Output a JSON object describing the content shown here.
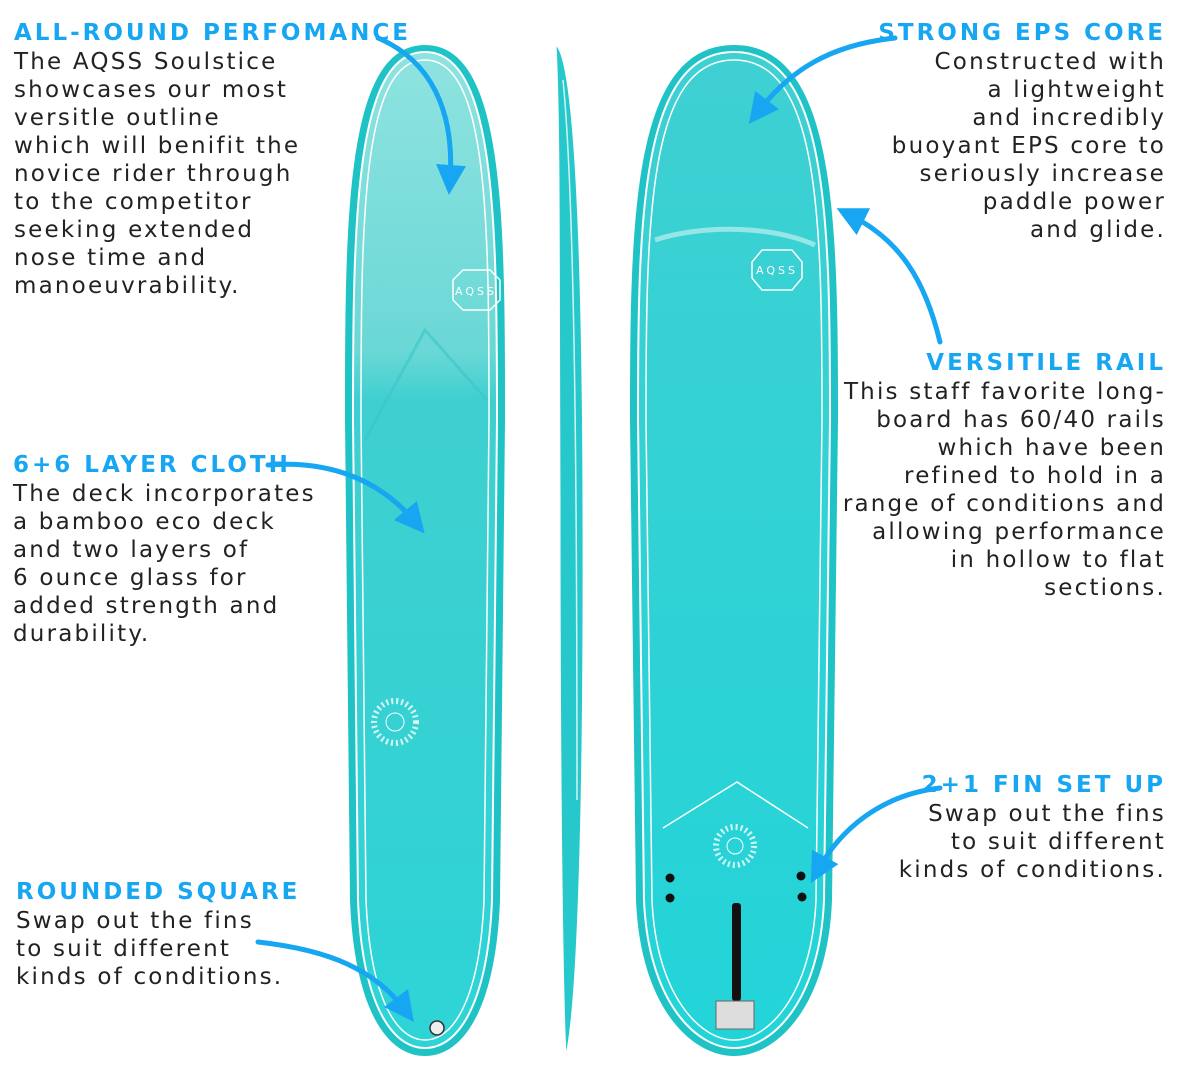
{
  "colors": {
    "accent": "#17a6f2",
    "board": "#2ed3d3",
    "text": "#222222"
  },
  "board_logo": "AQSS",
  "features": {
    "performance": {
      "title": "ALL-ROUND PERFOMANCE",
      "lines": [
        "The AQSS Soulstice",
        "showcases our most",
        "versitle outline",
        "which will benifit the",
        "novice rider through",
        "to the competitor",
        "seeking extended",
        "nose time and",
        "manoeuvrability."
      ]
    },
    "cloth": {
      "title": "6+6 LAYER CLOTH",
      "lines": [
        "The deck incorporates",
        "a bamboo eco deck",
        "and two layers of",
        "6 ounce glass for",
        "added strength and",
        "durability."
      ]
    },
    "tail": {
      "title": "ROUNDED SQUARE",
      "lines": [
        "Swap out the fins",
        "to suit different",
        "kinds of conditions."
      ]
    },
    "core": {
      "title": "STRONG EPS CORE",
      "lines": [
        "Constructed with",
        "a lightweight",
        "and incredibly",
        "buoyant EPS core to",
        "seriously increase",
        "paddle power",
        "and glide."
      ]
    },
    "rail": {
      "title": "VERSITILE RAIL",
      "lines": [
        "This staff favorite long-",
        "board has 60/40 rails",
        "which have been",
        "refined to hold in a",
        "range of conditions and",
        "allowing performance",
        "in hollow to flat",
        "sections."
      ]
    },
    "fins": {
      "title": "2+1 FIN SET UP",
      "lines": [
        "Swap out the fins",
        "to suit different",
        "kinds of conditions."
      ]
    }
  }
}
